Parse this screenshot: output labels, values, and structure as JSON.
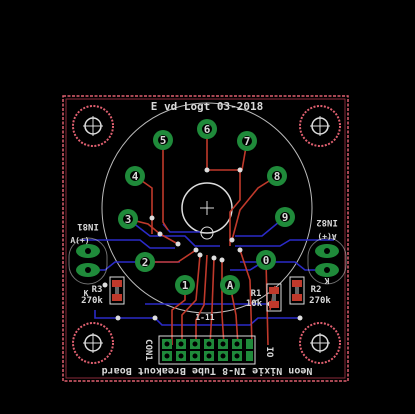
{
  "board": {
    "title": "E vd Logt 03-2018",
    "footer": "Neon Nixie IN-8 Tube Breakout Board",
    "colors": {
      "background": "#000000",
      "board_outline": "#e06070",
      "copper_bottom": "#2b2bc8",
      "copper_top": "#c0392b",
      "pad": "#1f8a3a",
      "silkscreen": "#d9d9d9"
    }
  },
  "tube": {
    "pins": [
      {
        "label": "6"
      },
      {
        "label": "5"
      },
      {
        "label": "7"
      },
      {
        "label": "4"
      },
      {
        "label": "8"
      },
      {
        "label": "3"
      },
      {
        "label": "9"
      },
      {
        "label": "2"
      },
      {
        "label": "0"
      },
      {
        "label": "1"
      },
      {
        "label": "A"
      }
    ]
  },
  "components": {
    "in81": {
      "name": "IN81",
      "pin1": "A(+)",
      "pin2": "K"
    },
    "in82": {
      "name": "IN82",
      "pin1": "A(+)",
      "pin2": "K"
    },
    "r1": {
      "name": "R1",
      "value": "10k"
    },
    "r2": {
      "name": "R2",
      "value": "270k"
    },
    "r3": {
      "name": "R3",
      "value": "270k"
    },
    "connector": {
      "name": "CON1",
      "value": "IO"
    },
    "small_label": "1-11"
  }
}
